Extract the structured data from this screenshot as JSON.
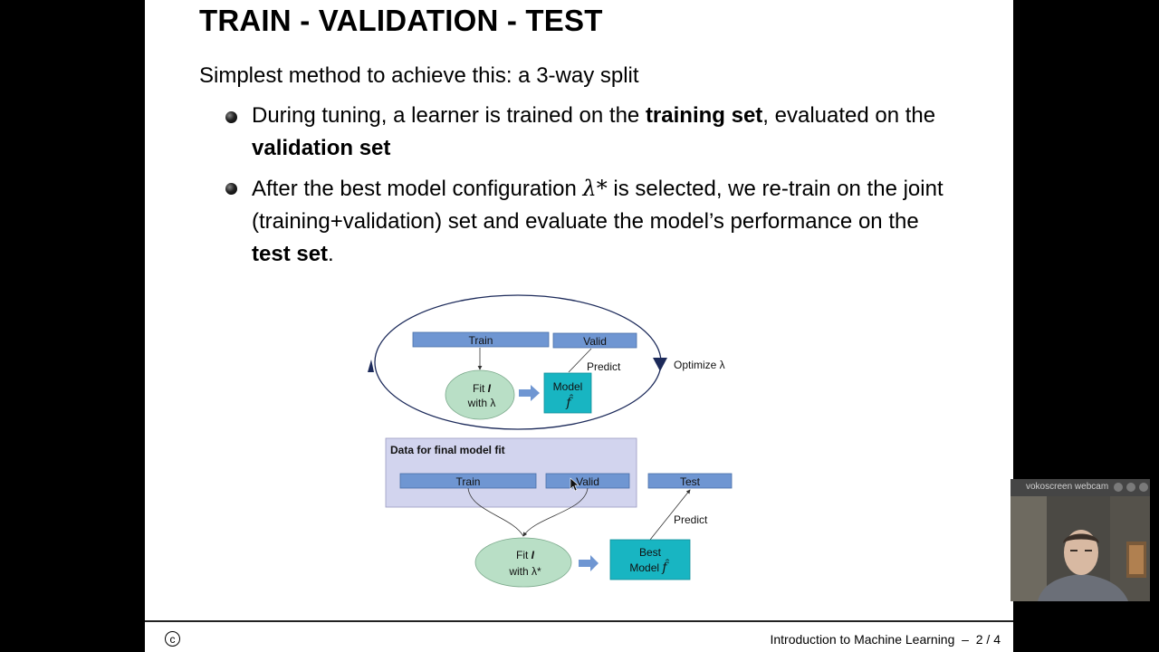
{
  "slide": {
    "title": "TRAIN - VALIDATION - TEST",
    "lead": "Simplest method to achieve this: a 3-way split",
    "bullet1": {
      "p1": "During tuning, a learner is trained on the ",
      "b1": "training set",
      "p2": ", evaluated on the ",
      "b2": "validation set"
    },
    "bullet2": {
      "p1": "After the best model configuration ",
      "lambda": "λ*",
      "p2": " is selected, we re-train on the joint (training+validation) set and evaluate the model’s performance on the ",
      "b1": "test set",
      "p3": "."
    }
  },
  "diagram": {
    "top": {
      "train": "Train",
      "valid": "Valid",
      "predict": "Predict",
      "optimize": "Optimize λ",
      "fit_line1": "Fit ",
      "fit_learner": "I",
      "fit_line2": "with λ",
      "model_line1": "Model",
      "model_line2": "f̂"
    },
    "bottom": {
      "box_label": "Data for final model fit",
      "train": "Train",
      "valid": "Valid",
      "test": "Test",
      "predict": "Predict",
      "fit_line1": "Fit ",
      "fit_learner": "I",
      "fit_line2": "with λ*",
      "best_line1": "Best",
      "best_line2": "Model ",
      "best_f": "f̂"
    },
    "colors": {
      "bar": "#6f96d2",
      "teal": "#18b5c2",
      "ellipse_fill": "#b9dfc6",
      "data_box": "#d2d4ee",
      "navy": "#1c2a5a"
    }
  },
  "footer": {
    "copyright": "c",
    "course": "Introduction to Machine Learning",
    "sep": "–",
    "page": "2 / 4"
  },
  "webcam": {
    "title": "vokoscreen webcam"
  }
}
